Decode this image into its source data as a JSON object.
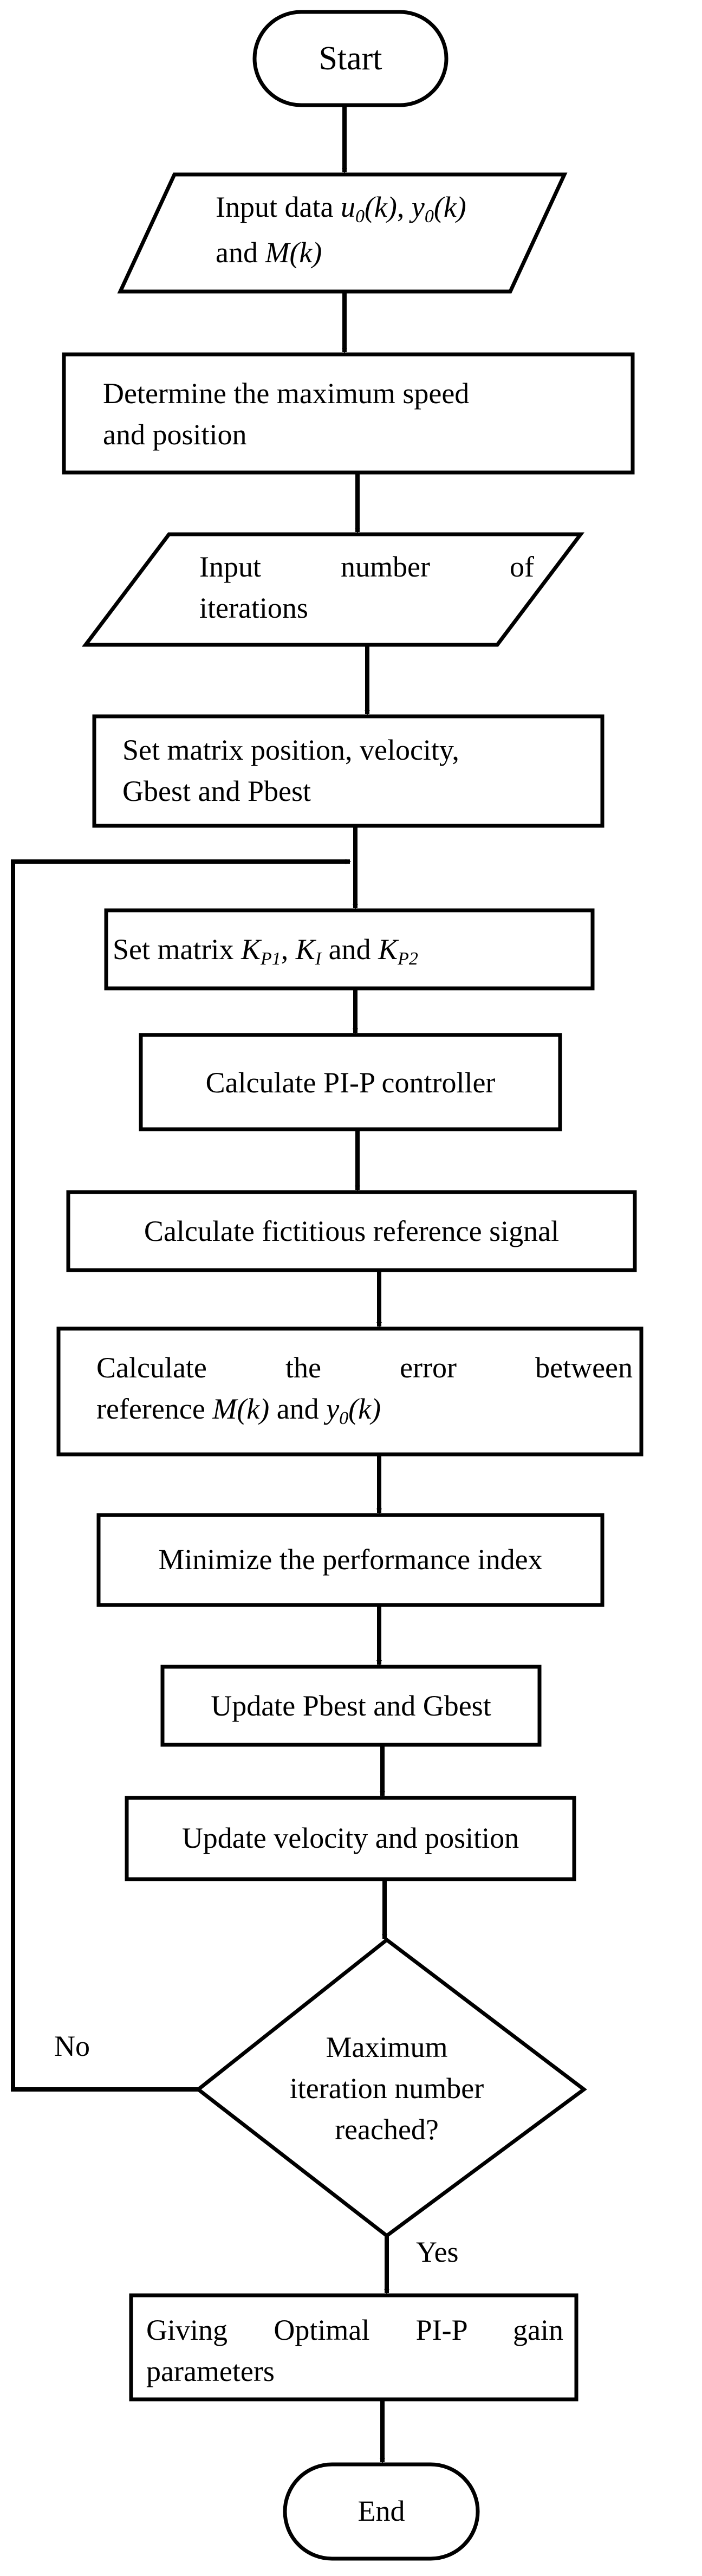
{
  "nodes": {
    "start": {
      "text": "Start"
    },
    "input_data": {
      "prefix": "Input data ",
      "u_var": "u",
      "u_sub": "0",
      "u_arg": "(k)",
      "sep": ", ",
      "y_var": "y",
      "y_sub": "0",
      "y_arg": "(k)",
      "and": "and ",
      "m_var": "M(k)"
    },
    "determine": {
      "line1": "Determine the maximum speed",
      "line2": "and position"
    },
    "input_iter": {
      "line1": "Input number of",
      "line2": "iterations"
    },
    "set_matrix_pos": {
      "line1": "Set matrix position, velocity,",
      "line2": "Gbest and Pbest"
    },
    "set_matrix_k": {
      "prefix": "Set matrix ",
      "k1": "K",
      "k1_sub": "P1",
      "sep": ", ",
      "k2": "K",
      "k2_sub": "I",
      "and": " and ",
      "k3": "K",
      "k3_sub": "P2"
    },
    "calc_pip": {
      "text": "Calculate PI-P controller"
    },
    "calc_fict": {
      "text": "Calculate fictitious reference signal"
    },
    "calc_error": {
      "line1": "Calculate the error between",
      "ref": "reference ",
      "m_var": "M(k)",
      "and": " and ",
      "y_var": "y",
      "y_sub": "0",
      "y_arg": "(k)"
    },
    "minimize": {
      "text": "Minimize the performance index"
    },
    "update_best": {
      "text": "Update Pbest and Gbest"
    },
    "update_vel": {
      "text": "Update velocity and position"
    },
    "decision": {
      "line1": "Maximum",
      "line2": "iteration number",
      "line3": "reached?"
    },
    "giving": {
      "line1": "Giving Optimal PI-P gain",
      "line2": "parameters"
    },
    "end": {
      "text": "End"
    }
  },
  "edges": {
    "no_label": "No",
    "yes_label": "Yes"
  }
}
